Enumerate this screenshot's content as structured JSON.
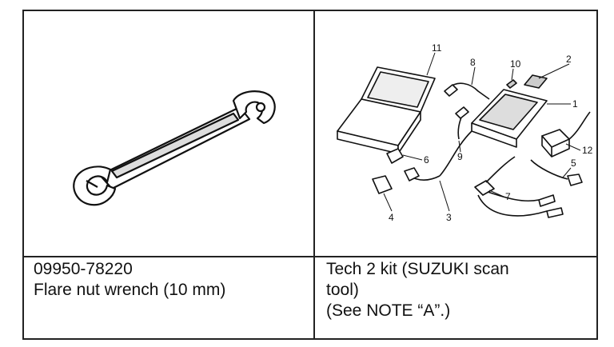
{
  "left_item": {
    "part_number": "09950-78220",
    "description": "Flare nut wrench (10 mm)"
  },
  "right_item": {
    "description_line1": "Tech 2 kit (SUZUKI scan",
    "description_line2": "tool)",
    "note": "(See NOTE “A”.)"
  },
  "callouts": {
    "c1": "1",
    "c2": "2",
    "c3": "3",
    "c4": "4",
    "c5": "5",
    "c6": "6",
    "c7": "7",
    "c8": "8",
    "c9": "9",
    "c10": "10",
    "c11": "11",
    "c12": "12"
  }
}
